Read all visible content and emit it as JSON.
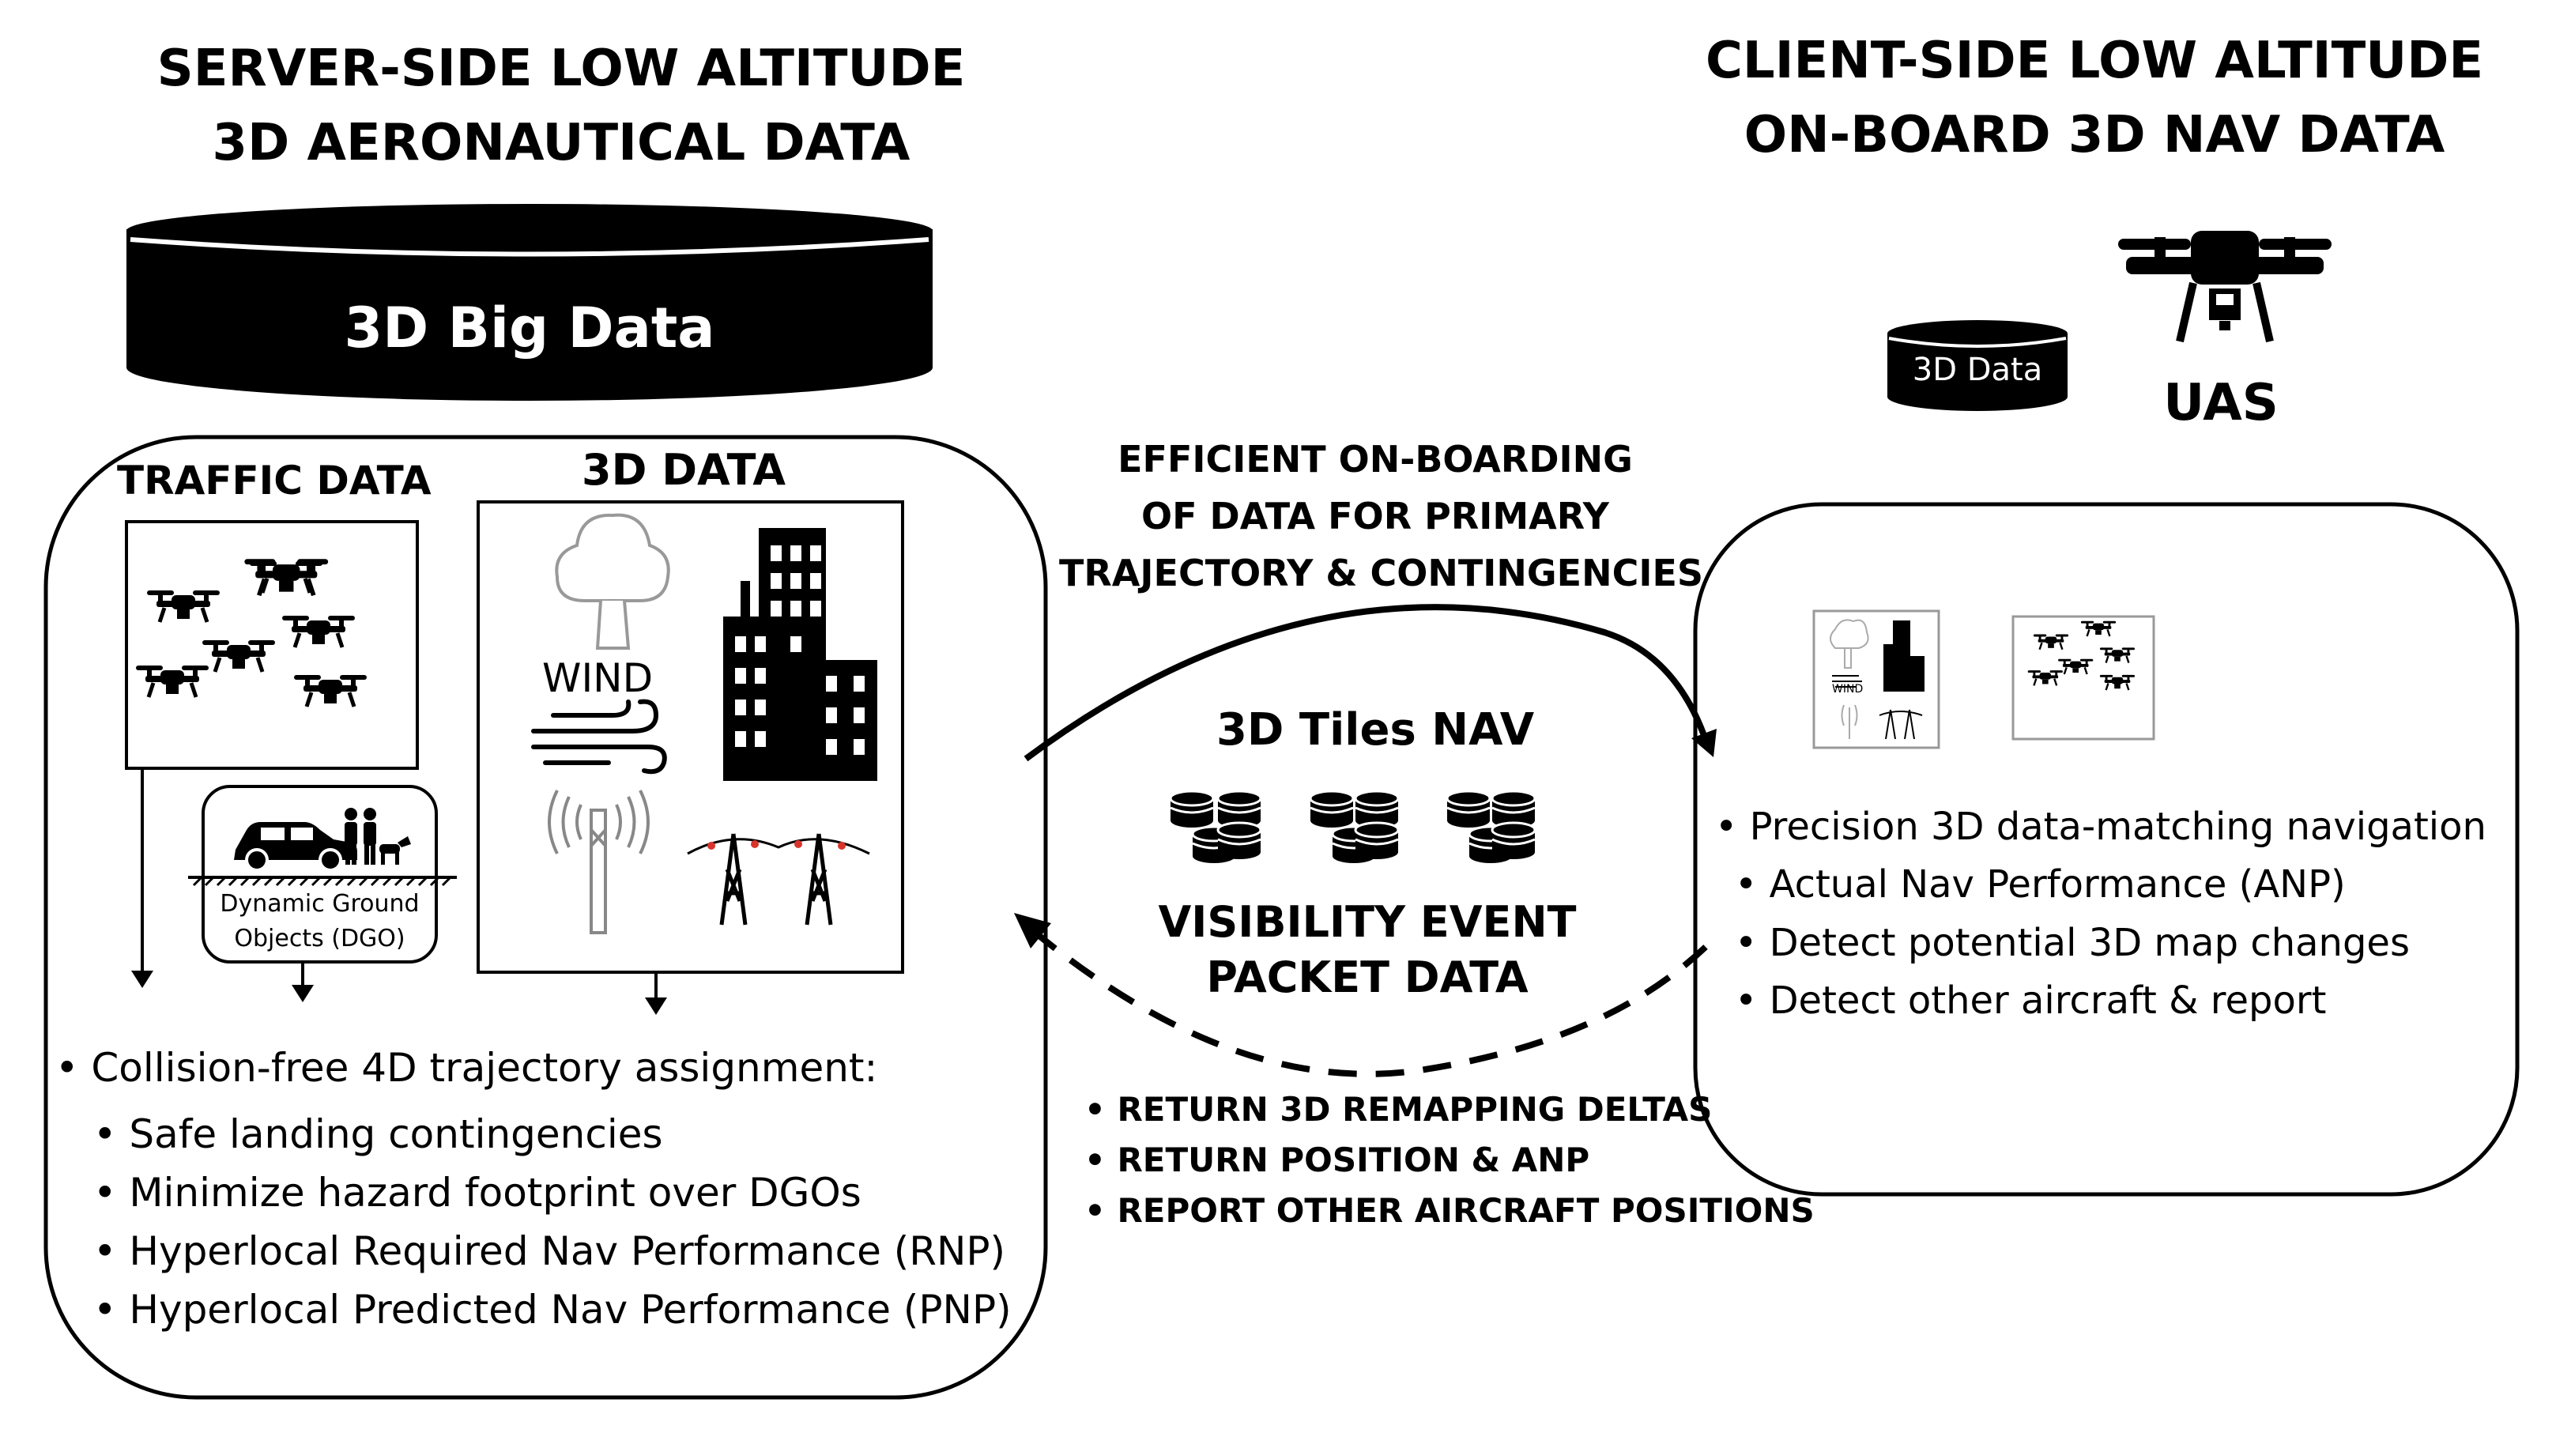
{
  "server": {
    "title_line1": "SERVER-SIDE LOW ALTITUDE",
    "title_line2": "3D AERONAUTICAL DATA",
    "db_label": "3D Big Data",
    "traffic_label": "TRAFFIC DATA",
    "data3d_label": "3D DATA",
    "wind_label": "WIND",
    "dgo_line1": "Dynamic Ground",
    "dgo_line2": "Objects (DGO)",
    "bullets": [
      "• Collision-free 4D trajectory assignment:",
      "• Safe landing contingencies",
      "• Minimize hazard footprint over DGOs",
      "• Hyperlocal Required Nav Performance (RNP)",
      "• Hyperlocal Predicted Nav Performance (PNP)"
    ]
  },
  "client": {
    "title_line1": "CLIENT-SIDE LOW ALTITUDE",
    "title_line2": "ON-BOARD 3D NAV DATA",
    "db_label": "3D Data",
    "uas_label": "UAS",
    "mini_wind": "WIND",
    "bullets": [
      "• Precision 3D data-matching navigation",
      "• Actual Nav Performance (ANP)",
      "• Detect potential 3D map changes",
      "• Detect other aircraft & report"
    ]
  },
  "center": {
    "onboard_line1": "EFFICIENT ON-BOARDING",
    "onboard_line2": "OF DATA FOR PRIMARY",
    "onboard_line3": "TRAJECTORY & CONTINGENCIES",
    "tiles_label": "3D Tiles NAV",
    "visibility_line1": "VISIBILITY EVENT",
    "visibility_line2": "PACKET DATA",
    "returns": [
      "• RETURN 3D REMAPPING DELTAS",
      "• RETURN POSITION  & ANP",
      "• REPORT OTHER AIRCRAFT POSITIONS"
    ]
  },
  "colors": {
    "ink": "#000000",
    "paper": "#ffffff",
    "accent": "#d9342b"
  }
}
